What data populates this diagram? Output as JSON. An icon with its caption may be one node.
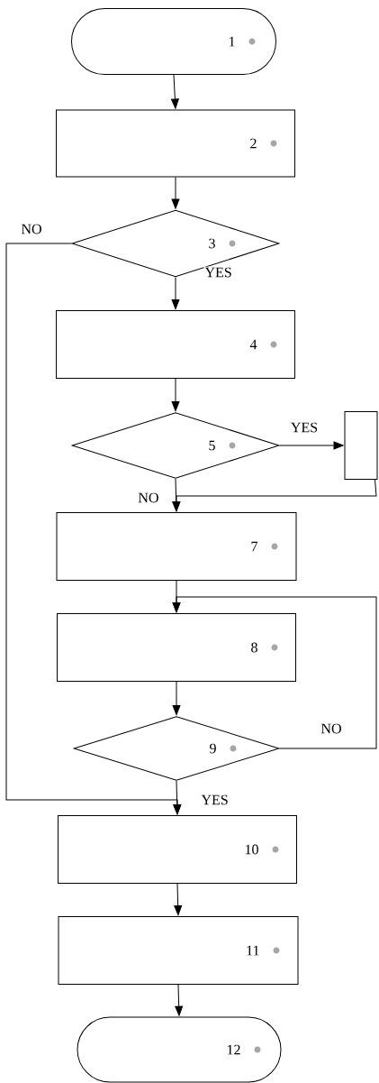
{
  "diagram": {
    "nodes": [
      {
        "text": [
          "1"
        ]
      },
      {
        "text": [
          "2"
        ]
      },
      {
        "text": [
          "3"
        ]
      },
      {
        "text": [
          "4"
        ]
      },
      {
        "text": [
          "5"
        ]
      },
      {
        "text": [],
        "shape": "box"
      },
      {
        "text": [
          "7"
        ]
      },
      {
        "text": [
          "8"
        ]
      },
      {
        "text": [
          "9"
        ]
      },
      {
        "text": [
          "10"
        ]
      },
      {
        "text": [
          "11"
        ]
      },
      {
        "text": [
          "12"
        ]
      }
    ],
    "edges": [
      {
        "from": 0,
        "to": 1,
        "arrow": "to"
      },
      {
        "from": 1,
        "to": 2,
        "arrow": "to"
      },
      {
        "from": 2,
        "to": 3,
        "arrow": "to",
        "label": "YES"
      },
      {
        "from": 2,
        "to": 9,
        "arrow": "to",
        "label": "NO"
      },
      {
        "from": 3,
        "to": 4,
        "arrow": "to"
      },
      {
        "from": 4,
        "to": 6,
        "arrow": "to",
        "label": "NO"
      },
      {
        "from": 4,
        "to": 5,
        "arrow": "to",
        "label": "YES"
      },
      {
        "from": 5,
        "to": 6,
        "arrow": "to"
      },
      {
        "from": 6,
        "to": 7,
        "arrow": "to"
      },
      {
        "from": 7,
        "to": 8,
        "arrow": "to"
      },
      {
        "from": 8,
        "to": 7,
        "arrow": "to",
        "label": "NO"
      },
      {
        "from": 8,
        "to": 9,
        "arrow": "to",
        "label": "YES"
      },
      {
        "from": 9,
        "to": 10,
        "arrow": "to"
      },
      {
        "from": 10,
        "to": 11,
        "arrow": "to"
      }
    ]
  }
}
